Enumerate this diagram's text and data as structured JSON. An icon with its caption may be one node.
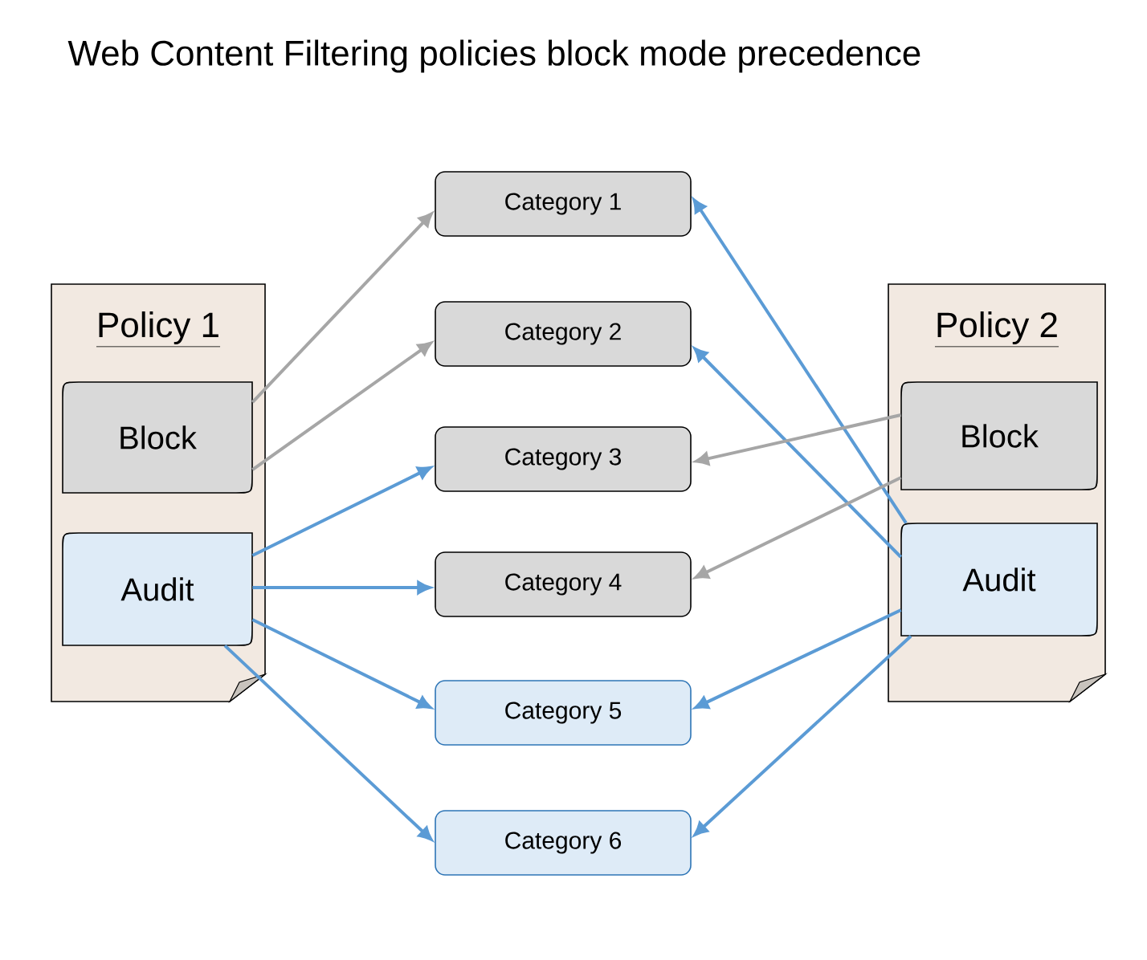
{
  "diagram": {
    "title": "Web Content Filtering policies block mode precedence",
    "nodes": [
      {
        "text": [
          "Policy 1"
        ]
      },
      {
        "text": [
          "Block"
        ],
        "in": 0
      },
      {
        "text": [
          "Audit"
        ],
        "in": 0
      },
      {
        "text": [
          "Policy 2"
        ]
      },
      {
        "text": [
          "Block"
        ],
        "in": 3
      },
      {
        "text": [
          "Audit"
        ],
        "in": 3
      },
      {
        "text": [
          "Category 1"
        ]
      },
      {
        "text": [
          "Category 2"
        ]
      },
      {
        "text": [
          "Category 3"
        ]
      },
      {
        "text": [
          "Category 4"
        ]
      },
      {
        "text": [
          "Category 5"
        ]
      },
      {
        "text": [
          "Category 6"
        ]
      }
    ],
    "edges": [
      {
        "from": 1,
        "to": 6,
        "arrow": "to",
        "color": "#a6a6a6"
      },
      {
        "from": 1,
        "to": 7,
        "arrow": "to",
        "color": "#a6a6a6"
      },
      {
        "from": 2,
        "to": 8,
        "arrow": "to"
      },
      {
        "from": 2,
        "to": 9,
        "arrow": "to"
      },
      {
        "from": 2,
        "to": 10,
        "arrow": "to"
      },
      {
        "from": 2,
        "to": 11,
        "arrow": "to"
      },
      {
        "from": 5,
        "to": 6,
        "arrow": "to"
      },
      {
        "from": 5,
        "to": 7,
        "arrow": "to"
      },
      {
        "from": 4,
        "to": 8,
        "arrow": "to",
        "color": "#a6a6a6"
      },
      {
        "from": 4,
        "to": 9,
        "arrow": "to",
        "color": "#a6a6a6"
      },
      {
        "from": 5,
        "to": 10,
        "arrow": "to"
      },
      {
        "from": 5,
        "to": 11,
        "arrow": "to"
      }
    ]
  }
}
